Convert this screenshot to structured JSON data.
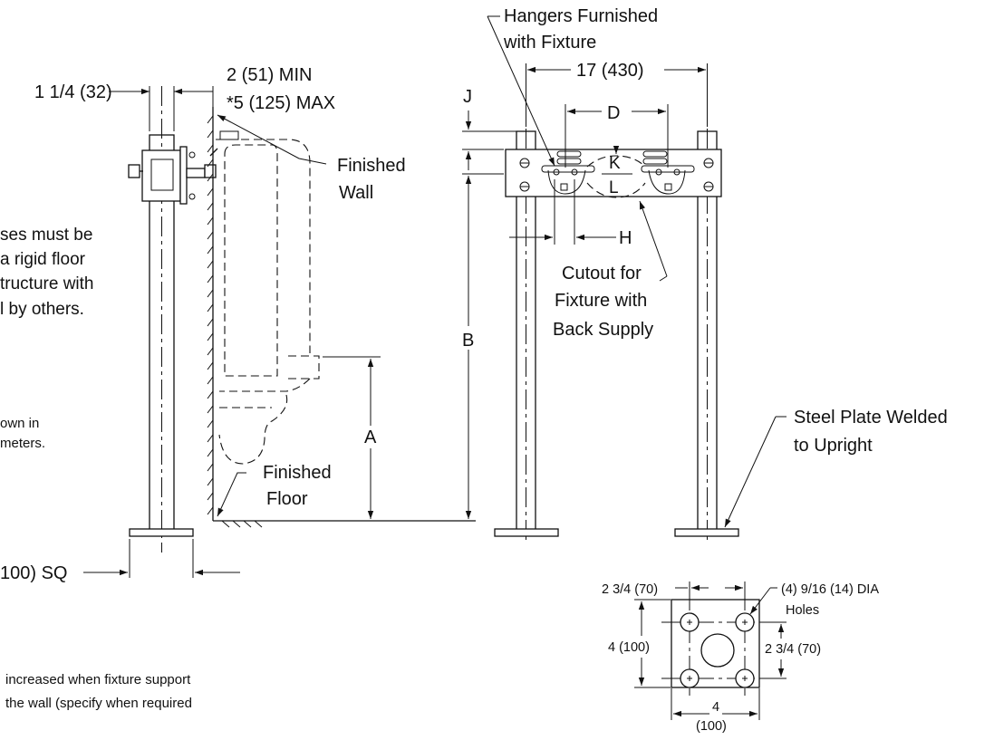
{
  "side_view": {
    "dim_upright_width": "1 1/4 (32)",
    "dim_wall_min": "2 (51) MIN",
    "dim_wall_max": "*5 (125) MAX",
    "finished_wall_line1": "Finished",
    "finished_wall_line2": "Wall",
    "finished_floor_line1": "Finished",
    "finished_floor_line2": "Floor",
    "dim_A": "A",
    "dim_plate_sq": "100) SQ"
  },
  "left_note": {
    "line1": "ses must be",
    "line2": "a rigid floor",
    "line3": "tructure with",
    "line4": "l by others."
  },
  "units_note": {
    "line1": "own in",
    "line2": "meters."
  },
  "footnote": {
    "line1": "increased when fixture support",
    "line2": "the wall (specify when required"
  },
  "front_view": {
    "hangers_line1": "Hangers Furnished",
    "hangers_line2": "with Fixture",
    "dim_width": "17 (430)",
    "dim_J": "J",
    "dim_D": "D",
    "dim_K": "K",
    "dim_L": "L",
    "dim_H": "H",
    "dim_B": "B",
    "cutout_line1": "Cutout for",
    "cutout_line2": "Fixture with",
    "cutout_line3": "Back Supply",
    "steel_line1": "Steel Plate Welded",
    "steel_line2": "to Upright"
  },
  "plate_detail": {
    "dim_top": "2 3/4 (70)",
    "holes_line1": "(4) 9/16 (14) DIA",
    "holes_line2": "Holes",
    "dim_left": "4 (100)",
    "dim_right": "2 3/4 (70)",
    "dim_bottom_line1": "4",
    "dim_bottom_line2": "(100)"
  }
}
